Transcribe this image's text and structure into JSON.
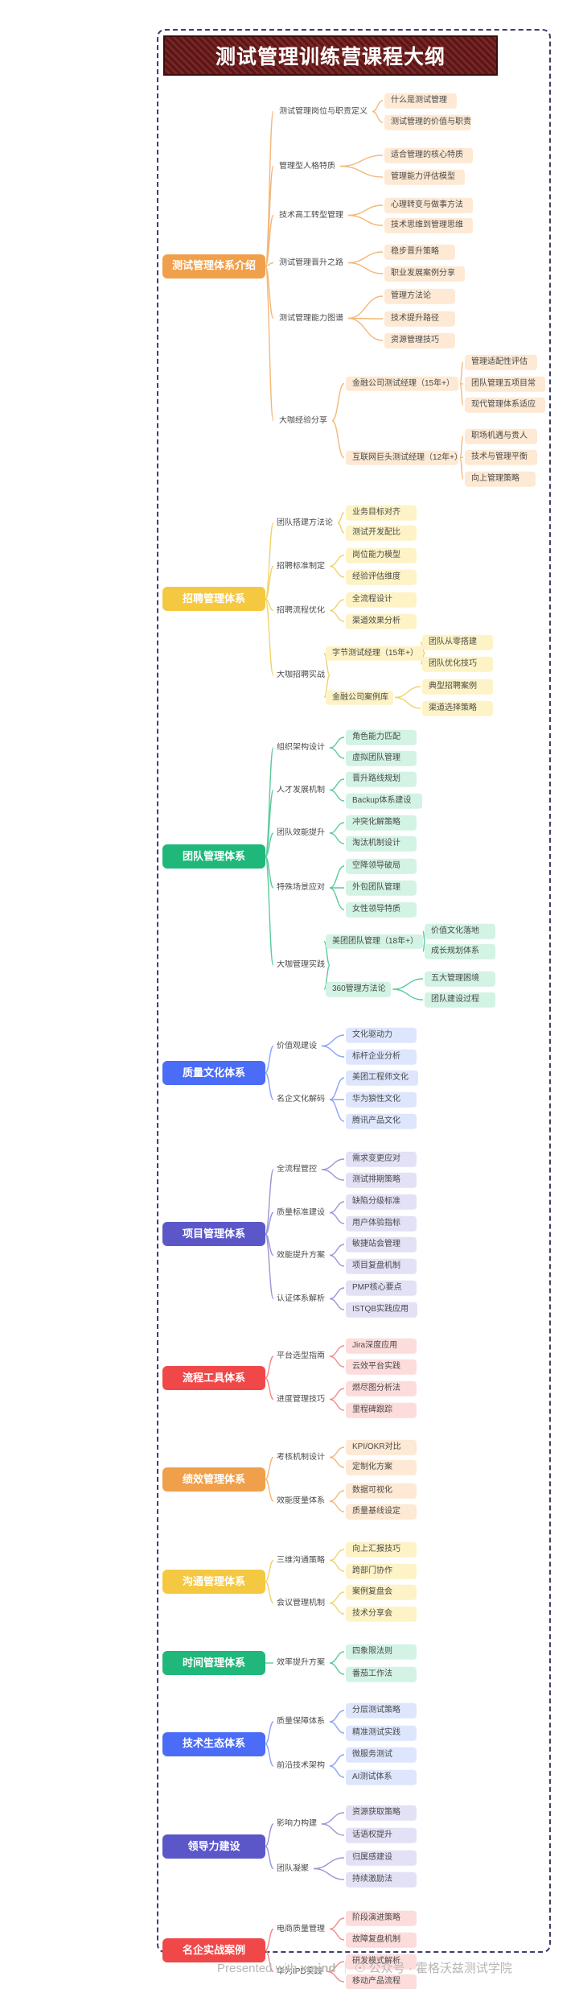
{
  "title": "测试管理训练营课程大纲",
  "footer": {
    "presented_with": "Presented with",
    "brand": "xmind",
    "account": "公众号 · 霍格沃兹测试学院"
  },
  "colors": {
    "orange": "#f0a04b",
    "yellow": "#f5c842",
    "green": "#1fb87a",
    "blue": "#4a6cf7",
    "indigo": "#5b57c9",
    "red": "#f04848",
    "frame": "#3c3f6a",
    "title_bg": "#6b1f1f"
  },
  "mindmap": [
    {
      "id": "m1",
      "label": "测试管理体系介绍",
      "color": "#f0a04b",
      "bg": "#fde9d4",
      "line": "#f3b77a",
      "children": [
        {
          "label": "测试管理岗位与职责定义",
          "children": [
            {
              "label": "什么是测试管理"
            },
            {
              "label": "测试管理的价值与职责"
            }
          ]
        },
        {
          "label": "管理型人格特质",
          "children": [
            {
              "label": "适合管理的核心特质"
            },
            {
              "label": "管理能力评估模型"
            }
          ]
        },
        {
          "label": "技术高工转型管理",
          "children": [
            {
              "label": "心理转变与做事方法"
            },
            {
              "label": "技术思维到管理思维"
            }
          ]
        },
        {
          "label": "测试管理晋升之路",
          "children": [
            {
              "label": "稳步晋升策略"
            },
            {
              "label": "职业发展案例分享"
            }
          ]
        },
        {
          "label": "测试管理能力图谱",
          "children": [
            {
              "label": "管理方法论"
            },
            {
              "label": "技术提升路径"
            },
            {
              "label": "资源管理技巧"
            }
          ]
        },
        {
          "label": "大咖经验分享",
          "children": [
            {
              "label": "金融公司测试经理（15年+）",
              "children": [
                {
                  "label": "管理适配性评估"
                },
                {
                  "label": "团队管理五项目常"
                },
                {
                  "label": "现代管理体系适应"
                }
              ]
            },
            {
              "label": "互联网巨头测试经理（12年+）",
              "children": [
                {
                  "label": "职场机遇与贵人"
                },
                {
                  "label": "技术与管理平衡"
                },
                {
                  "label": "向上管理策略"
                }
              ]
            }
          ]
        }
      ]
    },
    {
      "id": "m2",
      "label": "招聘管理体系",
      "color": "#f5c842",
      "bg": "#fdf3c6",
      "line": "#f0d36a",
      "children": [
        {
          "label": "团队搭建方法论",
          "children": [
            {
              "label": "业务目标对齐"
            },
            {
              "label": "测试开发配比"
            }
          ]
        },
        {
          "label": "招聘标准制定",
          "children": [
            {
              "label": "岗位能力模型"
            },
            {
              "label": "经验评估维度"
            }
          ]
        },
        {
          "label": "招聘流程优化",
          "children": [
            {
              "label": "全流程设计"
            },
            {
              "label": "渠道效果分析"
            }
          ]
        },
        {
          "label": "大咖招聘实战",
          "children": [
            {
              "label": "字节测试经理（15年+）",
              "children": [
                {
                  "label": "团队从零搭建"
                },
                {
                  "label": "团队优化技巧"
                }
              ]
            },
            {
              "label": "金融公司案例库",
              "children": [
                {
                  "label": "典型招聘案例"
                },
                {
                  "label": "渠道选择策略"
                }
              ]
            }
          ]
        }
      ]
    },
    {
      "id": "m3",
      "label": "团队管理体系",
      "color": "#1fb87a",
      "bg": "#d3f3e4",
      "line": "#5ccb9c",
      "children": [
        {
          "label": "组织架构设计",
          "children": [
            {
              "label": "角色能力匹配"
            },
            {
              "label": "虚拟团队管理"
            }
          ]
        },
        {
          "label": "人才发展机制",
          "children": [
            {
              "label": "晋升路线规划"
            },
            {
              "label": "Backup体系建设"
            }
          ]
        },
        {
          "label": "团队效能提升",
          "children": [
            {
              "label": "冲突化解策略"
            },
            {
              "label": "淘汰机制设计"
            }
          ]
        },
        {
          "label": "特殊场景应对",
          "children": [
            {
              "label": "空降领导破局"
            },
            {
              "label": "外包团队管理"
            },
            {
              "label": "女性领导特质"
            }
          ]
        },
        {
          "label": "大咖管理实践",
          "children": [
            {
              "label": "美团团队管理（18年+）",
              "children": [
                {
                  "label": "价值文化落地"
                },
                {
                  "label": "成长规划体系"
                }
              ]
            },
            {
              "label": "360管理方法论",
              "children": [
                {
                  "label": "五大管理困境"
                },
                {
                  "label": "团队建设过程"
                }
              ]
            }
          ]
        }
      ]
    },
    {
      "id": "m4",
      "label": "质量文化体系",
      "color": "#4a6cf7",
      "bg": "#dde6fd",
      "line": "#8ea3f5",
      "children": [
        {
          "label": "价值观建设",
          "children": [
            {
              "label": "文化驱动力"
            },
            {
              "label": "标杆企业分析"
            }
          ]
        },
        {
          "label": "名企文化解码",
          "children": [
            {
              "label": "美团工程师文化"
            },
            {
              "label": "华为狼性文化"
            },
            {
              "label": "腾讯产品文化"
            }
          ]
        }
      ]
    },
    {
      "id": "m5",
      "label": "项目管理体系",
      "color": "#5b57c9",
      "bg": "#e3e1f5",
      "line": "#9a96d8",
      "children": [
        {
          "label": "全流程管控",
          "children": [
            {
              "label": "需求变更应对"
            },
            {
              "label": "测试排期策略"
            }
          ]
        },
        {
          "label": "质量标准建设",
          "children": [
            {
              "label": "缺陷分级标准"
            },
            {
              "label": "用户体验指标"
            }
          ]
        },
        {
          "label": "效能提升方案",
          "children": [
            {
              "label": "敏捷站会管理"
            },
            {
              "label": "项目复盘机制"
            }
          ]
        },
        {
          "label": "认证体系解析",
          "children": [
            {
              "label": "PMP核心要点"
            },
            {
              "label": "ISTQB实践应用"
            }
          ]
        }
      ]
    },
    {
      "id": "m6",
      "label": "流程工具体系",
      "color": "#f04848",
      "bg": "#fddcdc",
      "line": "#f28a8a",
      "children": [
        {
          "label": "平台选型指南",
          "children": [
            {
              "label": "Jira深度应用"
            },
            {
              "label": "云效平台实践"
            }
          ]
        },
        {
          "label": "进度管理技巧",
          "children": [
            {
              "label": "燃尽图分析法"
            },
            {
              "label": "里程碑跟踪"
            }
          ]
        }
      ]
    },
    {
      "id": "m7",
      "label": "绩效管理体系",
      "color": "#f0a04b",
      "bg": "#fde9d4",
      "line": "#f3b77a",
      "children": [
        {
          "label": "考核机制设计",
          "children": [
            {
              "label": "KPI/OKR对比"
            },
            {
              "label": "定制化方案"
            }
          ]
        },
        {
          "label": "效能度量体系",
          "children": [
            {
              "label": "数据可视化"
            },
            {
              "label": "质量基线设定"
            }
          ]
        }
      ]
    },
    {
      "id": "m8",
      "label": "沟通管理体系",
      "color": "#f5c842",
      "bg": "#fdf3c6",
      "line": "#f0d36a",
      "children": [
        {
          "label": "三维沟通策略",
          "children": [
            {
              "label": "向上汇报技巧"
            },
            {
              "label": "跨部门协作"
            }
          ]
        },
        {
          "label": "会议管理机制",
          "children": [
            {
              "label": "案例复盘会"
            },
            {
              "label": "技术分享会"
            }
          ]
        }
      ]
    },
    {
      "id": "m9",
      "label": "时间管理体系",
      "color": "#1fb87a",
      "bg": "#d3f3e4",
      "line": "#5ccb9c",
      "children": [
        {
          "label": "效率提升方案",
          "children": [
            {
              "label": "四象限法则"
            },
            {
              "label": "番茄工作法"
            }
          ]
        }
      ]
    },
    {
      "id": "m10",
      "label": "技术生态体系",
      "color": "#4a6cf7",
      "bg": "#dde6fd",
      "line": "#8ea3f5",
      "children": [
        {
          "label": "质量保障体系",
          "children": [
            {
              "label": "分层测试策略"
            },
            {
              "label": "精准测试实践"
            }
          ]
        },
        {
          "label": "前沿技术架构",
          "children": [
            {
              "label": "微服务测试"
            },
            {
              "label": "AI测试体系"
            }
          ]
        }
      ]
    },
    {
      "id": "m11",
      "label": "领导力建设",
      "color": "#5b57c9",
      "bg": "#e3e1f5",
      "line": "#9a96d8",
      "children": [
        {
          "label": "影响力构建",
          "children": [
            {
              "label": "资源获取策略"
            },
            {
              "label": "话语权提升"
            }
          ]
        },
        {
          "label": "团队凝聚",
          "children": [
            {
              "label": "归属感建设"
            },
            {
              "label": "持续激励法"
            }
          ]
        }
      ]
    },
    {
      "id": "m12",
      "label": "名企实战案例",
      "color": "#f04848",
      "bg": "#fddcdc",
      "line": "#f28a8a",
      "children": [
        {
          "label": "电商质量管理",
          "children": [
            {
              "label": "阶段演进策略"
            },
            {
              "label": "故障复盘机制"
            }
          ]
        },
        {
          "label": "华为IPD实践",
          "children": [
            {
              "label": "研发模式解析"
            },
            {
              "label": "移动产品流程"
            }
          ]
        }
      ]
    }
  ]
}
